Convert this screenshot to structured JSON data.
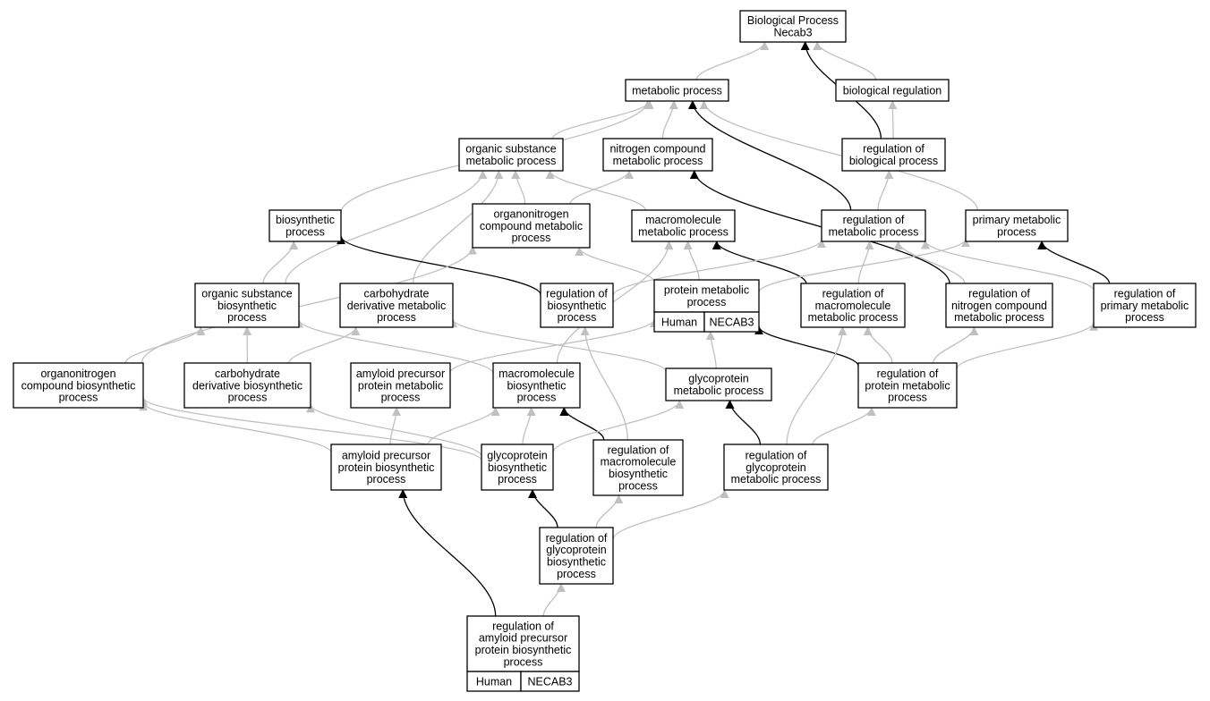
{
  "colors": {
    "gray_edge": "#c0c0c0",
    "black_edge": "#000000",
    "annotation_fill": "#f4614b"
  },
  "nodes": {
    "root": [
      "Biological Process",
      "Necab3"
    ],
    "metabolic": [
      "metabolic process"
    ],
    "bioreg": [
      "biological regulation"
    ],
    "orgsub_met": [
      "organic substance",
      "metabolic process"
    ],
    "nitro_met": [
      "nitrogen compound",
      "metabolic process"
    ],
    "reg_bio": [
      "regulation of",
      "biological process"
    ],
    "biosynth": [
      "biosynthetic",
      "process"
    ],
    "orgnitro_met": [
      "organonitrogen",
      "compound metabolic",
      "process"
    ],
    "macro_met": [
      "macromolecule",
      "metabolic process"
    ],
    "reg_met": [
      "regulation of",
      "metabolic process"
    ],
    "primary_met": [
      "primary metabolic",
      "process"
    ],
    "orgsub_bio": [
      "organic substance",
      "biosynthetic",
      "process"
    ],
    "carb_der_met": [
      "carbohydrate",
      "derivative metabolic",
      "process"
    ],
    "reg_biosynth": [
      "regulation of",
      "biosynthetic",
      "process"
    ],
    "protein_met": [
      "protein metabolic",
      "process"
    ],
    "reg_macro_met": [
      "regulation of",
      "macromolecule",
      "metabolic process"
    ],
    "reg_nitro_met": [
      "regulation of",
      "nitrogen compound",
      "metabolic process"
    ],
    "reg_primary_met": [
      "regulation of",
      "primary metabolic",
      "process"
    ],
    "orgnitro_bio": [
      "organonitrogen",
      "compound biosynthetic",
      "process"
    ],
    "carb_der_bio": [
      "carbohydrate",
      "derivative biosynthetic",
      "process"
    ],
    "app_met": [
      "amyloid precursor",
      "protein metabolic",
      "process"
    ],
    "macro_bio": [
      "macromolecule",
      "biosynthetic",
      "process"
    ],
    "glyco_met": [
      "glycoprotein",
      "metabolic process"
    ],
    "reg_protein_met": [
      "regulation of",
      "protein metabolic",
      "process"
    ],
    "app_bio": [
      "amyloid precursor",
      "protein biosynthetic",
      "process"
    ],
    "glyco_bio": [
      "glycoprotein",
      "biosynthetic",
      "process"
    ],
    "reg_macro_bio": [
      "regulation of",
      "macromolecule",
      "biosynthetic",
      "process"
    ],
    "reg_glyco_met": [
      "regulation of",
      "glycoprotein",
      "metabolic process"
    ],
    "reg_glyco_bio": [
      "regulation of",
      "glycoprotein",
      "biosynthetic",
      "process"
    ],
    "reg_app_bio": [
      "regulation of",
      "amyloid precursor",
      "protein biosynthetic",
      "process"
    ]
  },
  "annotations": {
    "protein_met": [
      "Human",
      "NECAB3"
    ],
    "reg_app_bio": [
      "Human",
      "NECAB3"
    ]
  },
  "edges": [
    {
      "from": "metabolic",
      "to": "root",
      "style": "gray"
    },
    {
      "from": "bioreg",
      "to": "root",
      "style": "gray"
    },
    {
      "from": "reg_bio",
      "to": "root",
      "style": "black"
    },
    {
      "from": "reg_bio",
      "to": "bioreg",
      "style": "gray"
    },
    {
      "from": "orgsub_met",
      "to": "metabolic",
      "style": "gray"
    },
    {
      "from": "nitro_met",
      "to": "metabolic",
      "style": "gray"
    },
    {
      "from": "biosynth",
      "to": "metabolic",
      "style": "gray"
    },
    {
      "from": "reg_met",
      "to": "metabolic",
      "style": "black"
    },
    {
      "from": "primary_met",
      "to": "metabolic",
      "style": "gray"
    },
    {
      "from": "reg_met",
      "to": "reg_bio",
      "style": "gray"
    },
    {
      "from": "orgnitro_met",
      "to": "orgsub_met",
      "style": "gray"
    },
    {
      "from": "orgnitro_met",
      "to": "nitro_met",
      "style": "gray"
    },
    {
      "from": "macro_met",
      "to": "orgsub_met",
      "style": "gray"
    },
    {
      "from": "orgsub_bio",
      "to": "orgsub_met",
      "style": "gray"
    },
    {
      "from": "carb_der_met",
      "to": "orgsub_met",
      "style": "gray"
    },
    {
      "from": "reg_nitro_met",
      "to": "nitro_met",
      "style": "black"
    },
    {
      "from": "reg_biosynth",
      "to": "biosynth",
      "style": "black"
    },
    {
      "from": "orgsub_bio",
      "to": "biosynth",
      "style": "gray"
    },
    {
      "from": "orgnitro_bio",
      "to": "orgnitro_met",
      "style": "gray"
    },
    {
      "from": "protein_met",
      "to": "orgnitro_met",
      "style": "gray"
    },
    {
      "from": "protein_met",
      "to": "macro_met",
      "style": "gray"
    },
    {
      "from": "reg_macro_met",
      "to": "macro_met",
      "style": "black"
    },
    {
      "from": "macro_bio",
      "to": "macro_met",
      "style": "gray"
    },
    {
      "from": "reg_biosynth",
      "to": "reg_met",
      "style": "gray"
    },
    {
      "from": "reg_macro_met",
      "to": "reg_met",
      "style": "gray"
    },
    {
      "from": "reg_nitro_met",
      "to": "reg_met",
      "style": "gray"
    },
    {
      "from": "reg_primary_met",
      "to": "reg_met",
      "style": "gray"
    },
    {
      "from": "protein_met",
      "to": "primary_met",
      "style": "gray"
    },
    {
      "from": "reg_primary_met",
      "to": "primary_met",
      "style": "black"
    },
    {
      "from": "orgnitro_bio",
      "to": "orgsub_bio",
      "style": "gray"
    },
    {
      "from": "carb_der_bio",
      "to": "orgsub_bio",
      "style": "gray"
    },
    {
      "from": "carb_der_bio",
      "to": "carb_der_met",
      "style": "gray"
    },
    {
      "from": "glyco_met",
      "to": "carb_der_met",
      "style": "gray"
    },
    {
      "from": "macro_bio",
      "to": "orgsub_bio",
      "style": "gray"
    },
    {
      "from": "reg_macro_bio",
      "to": "reg_biosynth",
      "style": "gray"
    },
    {
      "from": "app_met",
      "to": "protein_met",
      "style": "gray"
    },
    {
      "from": "glyco_met",
      "to": "protein_met",
      "style": "gray"
    },
    {
      "from": "reg_protein_met",
      "to": "protein_met",
      "style": "black"
    },
    {
      "from": "reg_protein_met",
      "to": "reg_macro_met",
      "style": "gray"
    },
    {
      "from": "reg_protein_met",
      "to": "reg_nitro_met",
      "style": "gray"
    },
    {
      "from": "reg_protein_met",
      "to": "reg_primary_met",
      "style": "gray"
    },
    {
      "from": "reg_glyco_met",
      "to": "reg_macro_met",
      "style": "gray"
    },
    {
      "from": "app_bio",
      "to": "orgnitro_bio",
      "style": "gray"
    },
    {
      "from": "glyco_bio",
      "to": "carb_der_bio",
      "style": "gray"
    },
    {
      "from": "glyco_bio",
      "to": "orgnitro_bio",
      "style": "gray"
    },
    {
      "from": "app_bio",
      "to": "app_met",
      "style": "gray"
    },
    {
      "from": "app_bio",
      "to": "macro_bio",
      "style": "gray"
    },
    {
      "from": "glyco_bio",
      "to": "macro_bio",
      "style": "gray"
    },
    {
      "from": "reg_macro_bio",
      "to": "macro_bio",
      "style": "black"
    },
    {
      "from": "glyco_bio",
      "to": "glyco_met",
      "style": "gray"
    },
    {
      "from": "reg_glyco_met",
      "to": "glyco_met",
      "style": "black"
    },
    {
      "from": "reg_glyco_met",
      "to": "reg_protein_met",
      "style": "gray"
    },
    {
      "from": "reg_glyco_bio",
      "to": "glyco_bio",
      "style": "black"
    },
    {
      "from": "reg_glyco_bio",
      "to": "reg_macro_bio",
      "style": "gray"
    },
    {
      "from": "reg_glyco_bio",
      "to": "reg_glyco_met",
      "style": "gray"
    },
    {
      "from": "reg_app_bio",
      "to": "app_bio",
      "style": "black"
    },
    {
      "from": "reg_app_bio",
      "to": "reg_glyco_bio",
      "style": "gray"
    }
  ]
}
